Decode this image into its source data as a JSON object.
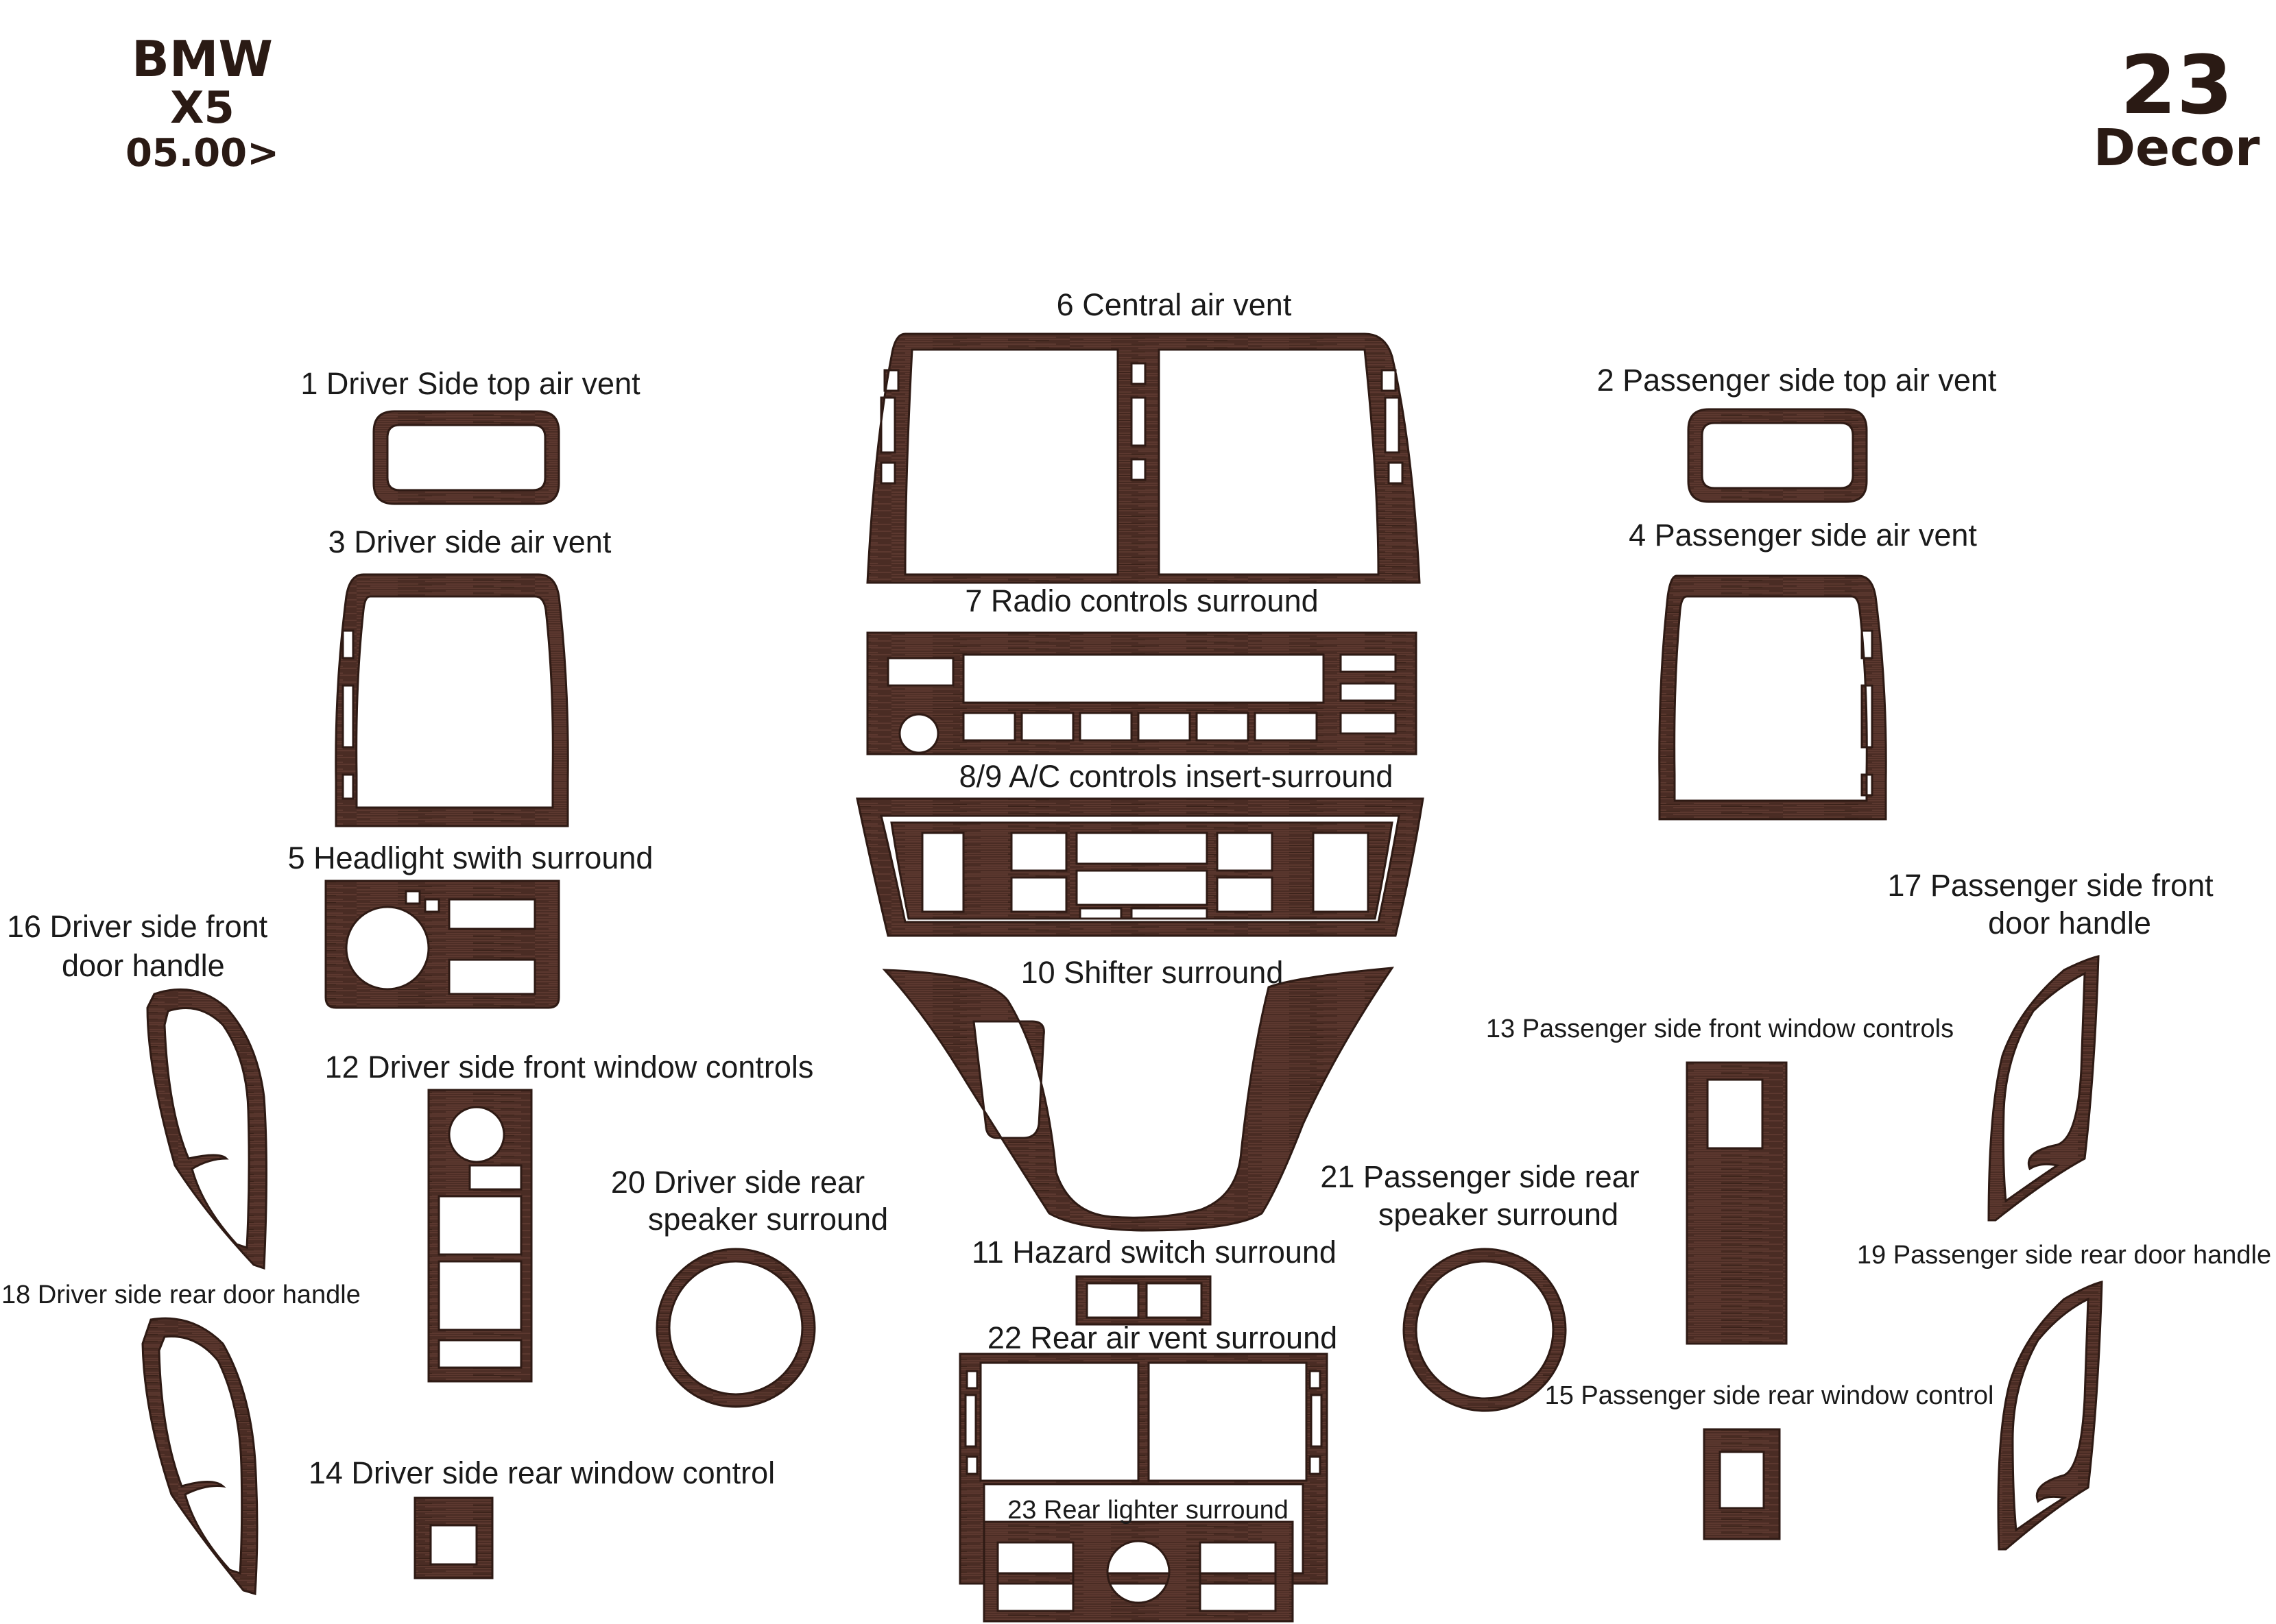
{
  "header": {
    "make": "BMW",
    "model": "X5",
    "date": "05.00>",
    "count": "23",
    "word": "Decor"
  },
  "colors": {
    "wood": "#4a2c24",
    "wood_dark": "#2e1a14",
    "grain": "#6b4438",
    "text": "#1a1a1a"
  },
  "labels": {
    "l1": "1  Driver Side top air vent",
    "l2": "2  Passenger side top air vent",
    "l3": "3  Driver side air vent",
    "l4": "4  Passenger side air vent",
    "l5": "5  Headlight swith surround",
    "l6": "6  Central air vent",
    "l7": "7  Radio controls surround",
    "l89": "8/9  A/C controls insert-surround",
    "l10": "10 Shifter surround",
    "l11": "11 Hazard switch surround",
    "l12": "12 Driver side front window controls",
    "l13": "13  Passenger side front window controls",
    "l14": "14 Driver side rear window control",
    "l15": "15 Passenger side rear window control",
    "l16a": "16  Driver side front",
    "l16b": "door handle",
    "l17a": "17  Passenger side front",
    "l17b": "door handle",
    "l18": "18  Driver side rear door handle",
    "l19": "19  Passenger side rear door handle",
    "l20a": "20 Driver side rear",
    "l20b": "speaker surround",
    "l21a": "21 Passenger side rear",
    "l21b": "speaker surround",
    "l22": "22 Rear air vent surround",
    "l23": "23 Rear lighter surround"
  }
}
